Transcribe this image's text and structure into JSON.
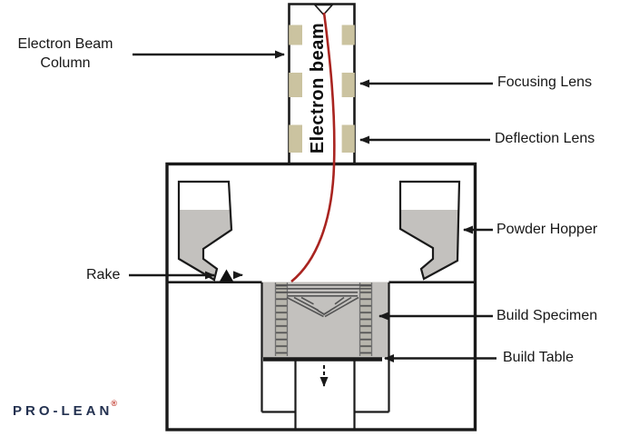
{
  "colors": {
    "line": "#1a1a1a",
    "beam": "#a92420",
    "lens_block": "#cbc3a0",
    "powder": "#c3c1be",
    "hatch": "#555555",
    "strip_base": "#b8b6ad",
    "logo_text": "#233150",
    "logo_mark": "#c23a2e"
  },
  "labels": {
    "electron_beam_column": "Electron Beam Column",
    "focusing_lens": "Focusing Lens",
    "deflection_lens": "Deflection Lens",
    "powder_hopper": "Powder Hopper",
    "rake": "Rake",
    "build_specimen": "Build Specimen",
    "build_table": "Build Table"
  },
  "column": {
    "beam_label": "Electron beam"
  },
  "logo": {
    "text": "PRO-LEAN",
    "registered": "®"
  }
}
